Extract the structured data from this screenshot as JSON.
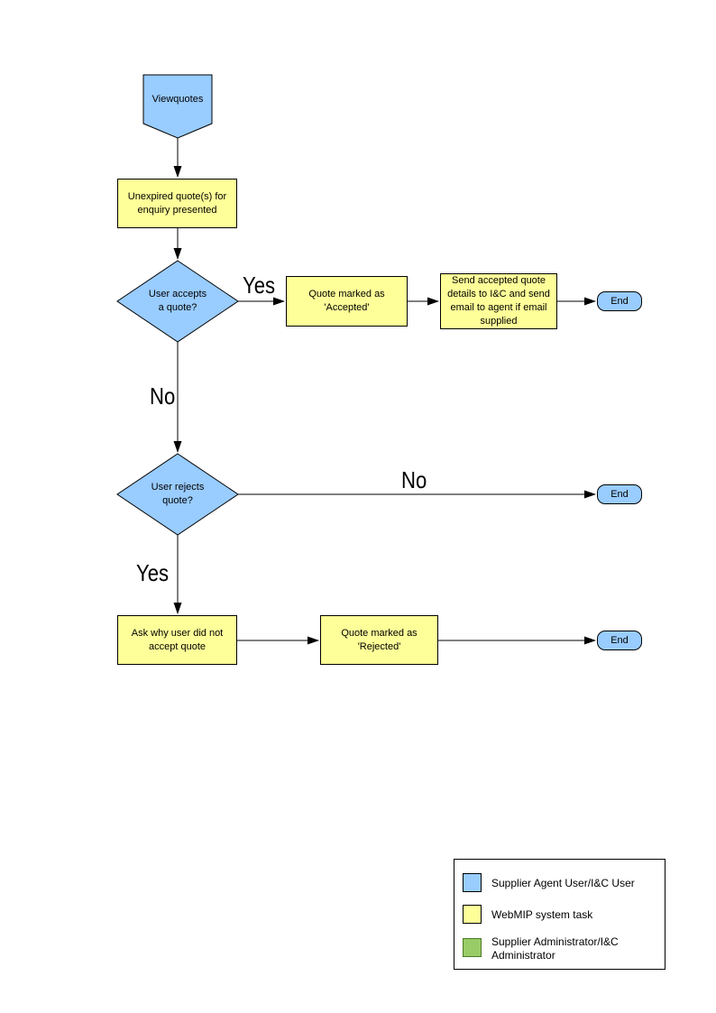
{
  "flowchart": {
    "nodes": {
      "start": {
        "label": "Viewquotes"
      },
      "unexpired": {
        "label": "Unexpired quote(s) for enquiry presented"
      },
      "accept_decision": {
        "label": "User accepts a quote?"
      },
      "mark_accepted": {
        "label": "Quote marked as 'Accepted'"
      },
      "send_details": {
        "label": "Send accepted quote details to I&C and send email to agent if email supplied"
      },
      "end_accepted": {
        "label": "End"
      },
      "reject_decision": {
        "label": "User rejects quote?"
      },
      "end_not_rejected": {
        "label": "End"
      },
      "ask_why": {
        "label": "Ask why user did not accept quote"
      },
      "mark_rejected": {
        "label": "Quote marked as 'Rejected'"
      },
      "end_rejected": {
        "label": "End"
      }
    },
    "edge_labels": {
      "accept_yes": "Yes",
      "accept_no": "No",
      "reject_no": "No",
      "reject_yes": "Yes"
    },
    "legend": {
      "items": [
        {
          "color": "#99CCFF",
          "label": "Supplier Agent User/I&C User"
        },
        {
          "color": "#FFFF99",
          "label": "WebMIP system task"
        },
        {
          "color": "#99CC66",
          "label": "Supplier Administrator/I&C Administrator"
        }
      ]
    },
    "colors": {
      "user_node": "#99CCFF",
      "system_task": "#FFFF99",
      "admin_node": "#99CC66",
      "stroke": "#000000"
    }
  }
}
